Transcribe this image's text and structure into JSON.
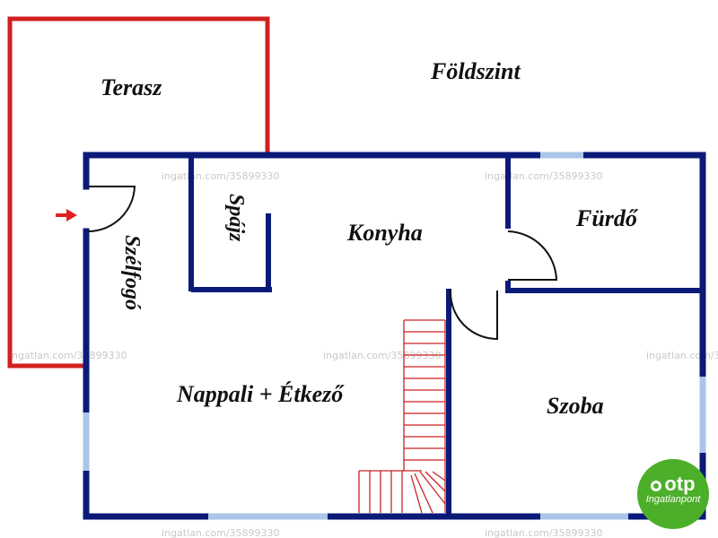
{
  "floor_title": "Földszint",
  "rooms": {
    "terrace": "Terasz",
    "pantry": "Spájz",
    "kitchen": "Konyha",
    "bathroom": "Fürdő",
    "vestibule": "Szélfogó",
    "living_dining": "Nappali + Étkező",
    "room": "Szoba"
  },
  "watermark": "ingatlan.com/35899330",
  "logo": {
    "brand": "otp",
    "sub": "Ingatlanpont"
  },
  "colors": {
    "walls": "#0b1a78",
    "terrace": "#d21f1f",
    "stairs": "#cc2222",
    "windows": "#a9c6e8",
    "logo": "#4caf2a"
  }
}
